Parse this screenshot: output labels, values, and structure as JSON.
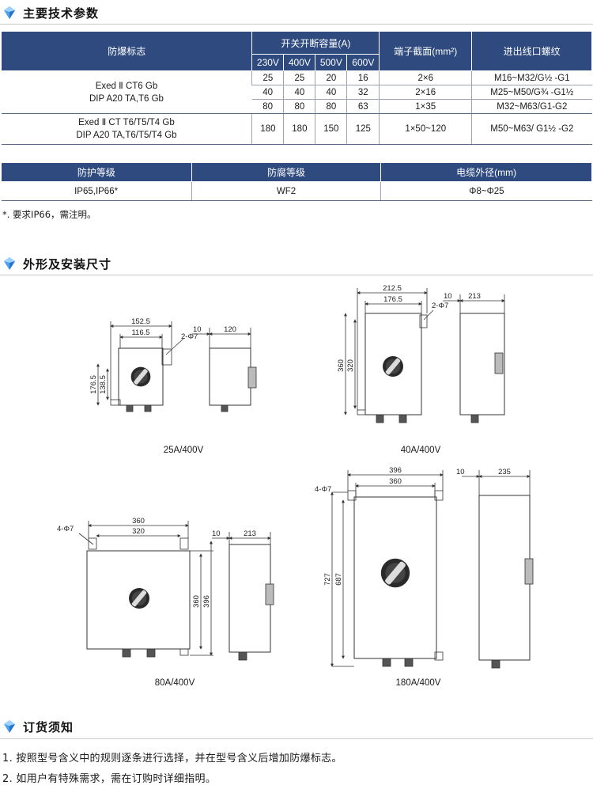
{
  "sections": {
    "params_title": "主要技术参数",
    "dims_title": "外形及安装尺寸",
    "order_title": "订货须知"
  },
  "table1": {
    "h_mark": "防爆标志",
    "h_capacity": "开关开断容量(A)",
    "h_terminal": "端子截面(mm²)",
    "h_thread": "进出线口螺纹",
    "voltages": [
      "230V",
      "400V",
      "500V",
      "600V"
    ],
    "group1_mark_line1": "Exed Ⅱ CT6 Gb",
    "group1_mark_line2": "DIP A20 TA,T6 Gb",
    "group1_rows": [
      {
        "v": [
          "25",
          "25",
          "20",
          "16"
        ],
        "terminal": "2×6",
        "thread": "M16~M32/G½ -G1"
      },
      {
        "v": [
          "40",
          "40",
          "40",
          "32"
        ],
        "terminal": "2×16",
        "thread": "M25~M50/G¾ -G1½"
      },
      {
        "v": [
          "80",
          "80",
          "80",
          "63"
        ],
        "terminal": "1×35",
        "thread": "M32~M63/G1-G2"
      }
    ],
    "group2_mark_line1": "Exed Ⅱ CT T6/T5/T4 Gb",
    "group2_mark_line2": "DIP A20 TA,T6/T5/T4 Gb",
    "group2_row": {
      "v": [
        "180",
        "180",
        "150",
        "125"
      ],
      "terminal": "1×50~120",
      "thread": "M50~M63/ G1½ -G2"
    }
  },
  "table2": {
    "h_protection": "防护等级",
    "h_corrosion": "防腐等级",
    "h_cable": "电缆外径(mm)",
    "protection": "IP65,IP66*",
    "corrosion": "WF2",
    "cable": "Φ8~Φ25"
  },
  "note": "*. 要求IP66，需注明。",
  "drawings": {
    "d25": {
      "caption": "25A/400V",
      "w_outer": "152.5",
      "w_inner": "116.5",
      "h_outer": "176.5",
      "h_inner": "138.5",
      "hole": "2-Φ7",
      "side_gap": "10",
      "depth": "120"
    },
    "d40": {
      "caption": "40A/400V",
      "w_outer": "212.5",
      "w_inner": "176.5",
      "h_outer": "360",
      "h_inner": "320",
      "hole": "2-Φ7",
      "side_gap": "10",
      "depth": "213"
    },
    "d80": {
      "caption": "80A/400V",
      "w_outer": "360",
      "w_inner": "320",
      "h_outer": "396",
      "h_inner": "360",
      "hole": "4-Φ7",
      "side_gap": "10",
      "depth": "213"
    },
    "d180": {
      "caption": "180A/400V",
      "w_outer": "396",
      "w_inner": "360",
      "h_outer": "727",
      "h_inner": "687",
      "hole": "4-Φ7",
      "side_gap": "10",
      "depth": "235"
    }
  },
  "order": {
    "line1": "1. 按照型号含义中的规则逐条进行选择，并在型号含义后增加防爆标志。",
    "line2": "2. 如用户有特殊需求，需在订购时详细指明。"
  },
  "colors": {
    "table_header": "#2e4a7f",
    "gem": "#2f7fd8"
  }
}
